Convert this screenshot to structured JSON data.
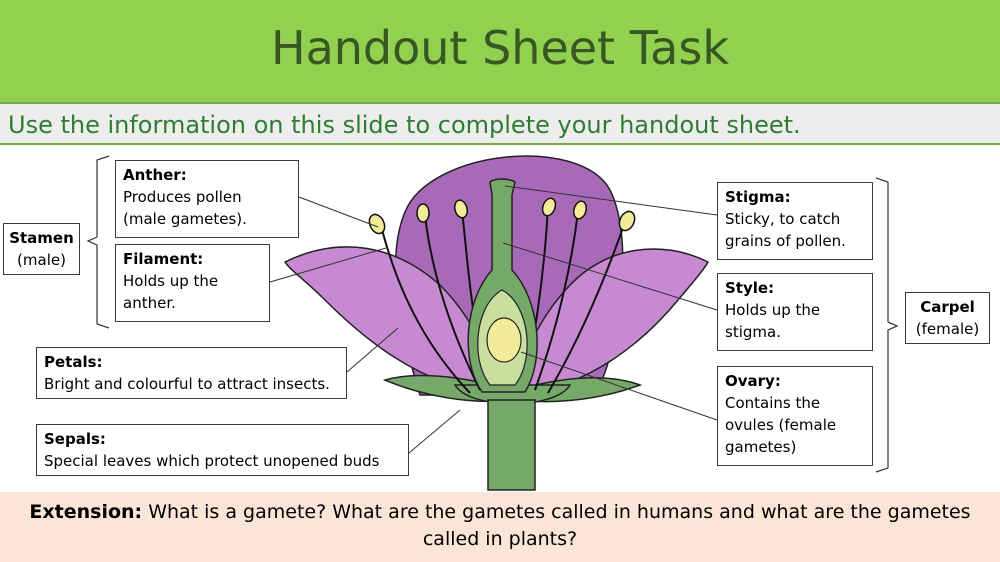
{
  "header": {
    "title": "Handout Sheet Task"
  },
  "instruction": {
    "text": "Use the information on this slide to complete your handout sheet."
  },
  "labels": {
    "anther": {
      "heading": "Anther:",
      "text": "Produces pollen\n(male gametes)."
    },
    "filament": {
      "heading": "Filament:",
      "text": "Holds up the\nanther."
    },
    "petals": {
      "heading": "Petals:",
      "text": "Bright and colourful to attract insects."
    },
    "sepals": {
      "heading": "Sepals:",
      "text": "Special leaves which protect unopened buds"
    },
    "stigma": {
      "heading": "Stigma:",
      "text": "Sticky, to catch\ngrains of pollen."
    },
    "style": {
      "heading": "Style:",
      "text": "Holds up the\nstigma."
    },
    "ovary": {
      "heading": "Ovary:",
      "text": "Contains the\novules (female\ngametes)"
    }
  },
  "groups": {
    "stamen": {
      "heading": "Stamen",
      "text": "(male)"
    },
    "carpel": {
      "heading": "Carpel",
      "text": "(female)"
    }
  },
  "extension": {
    "label": "Extension:",
    "text": "What is a gamete? What are the gametes called in humans and what are the gametes called in plants?"
  },
  "colors": {
    "title_bar": "#92d050",
    "title_text": "#385723",
    "instruction_text": "#2e7d32",
    "petal": "#c78ad2",
    "petal_dark": "#a86ab8",
    "stem": "#76a86a",
    "ovary": "#c9dfa0",
    "extension_bar": "#fbe5d6"
  }
}
